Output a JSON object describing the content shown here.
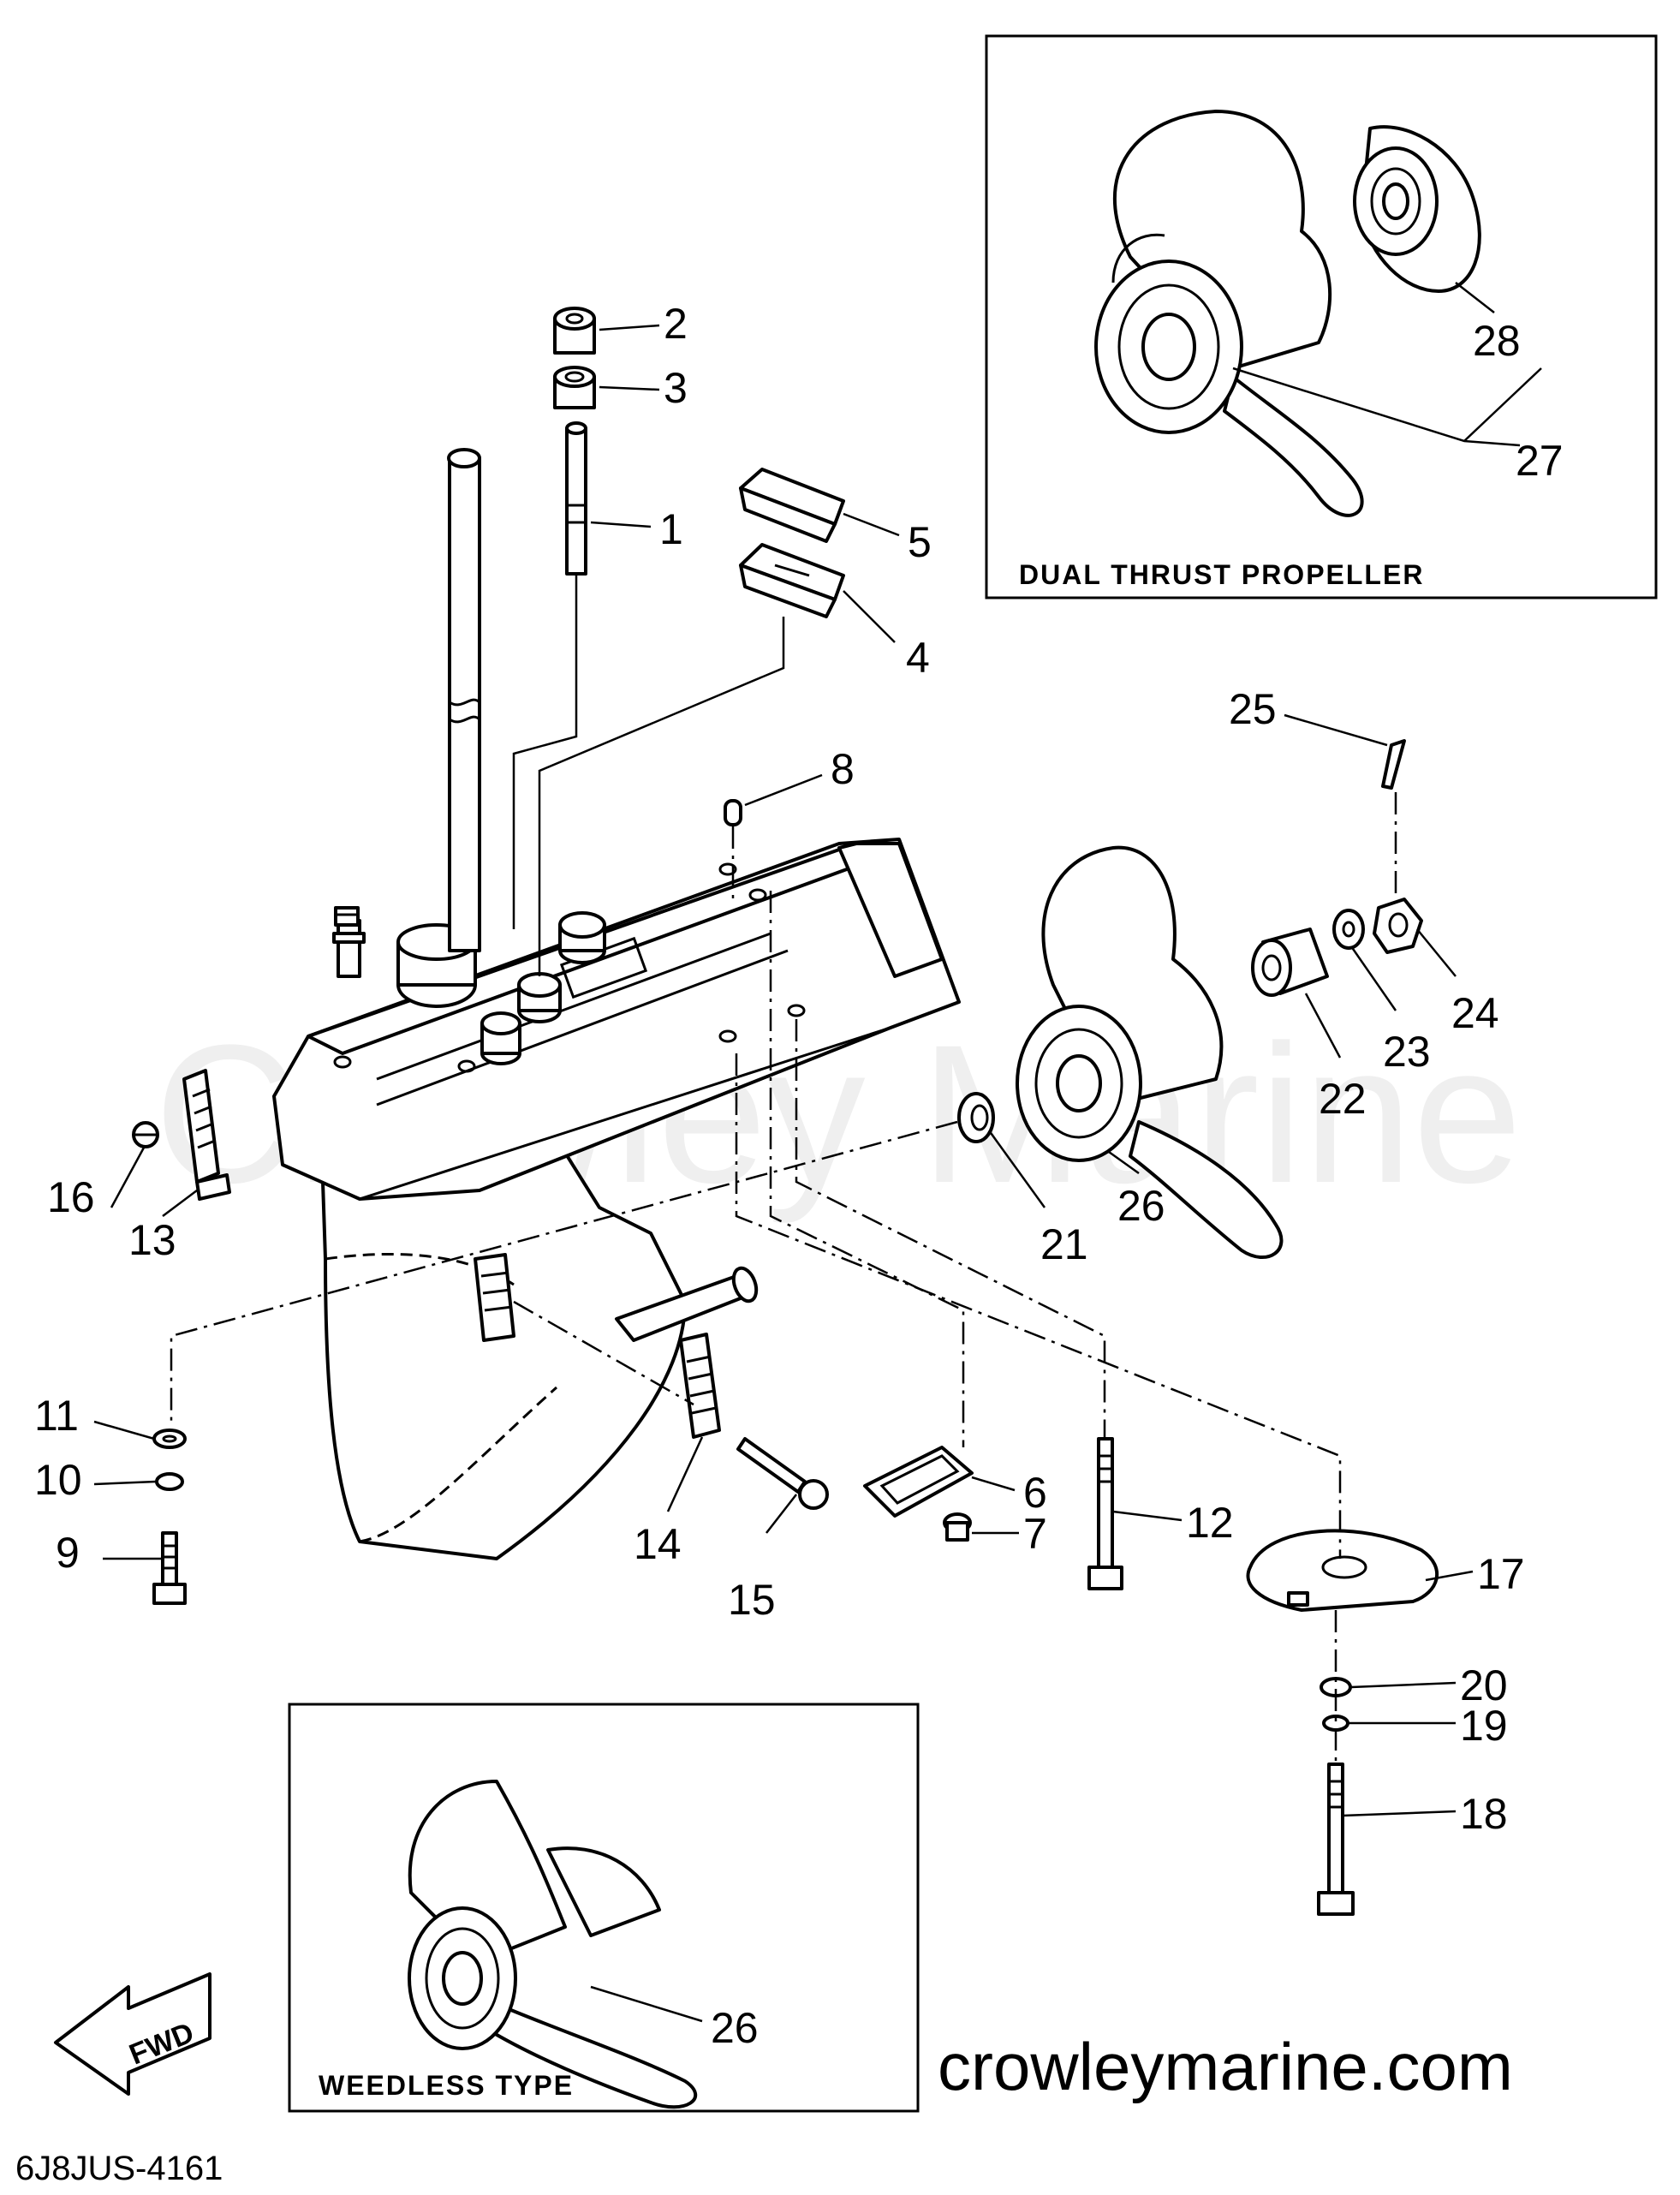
{
  "watermark": "Crowley Marine",
  "website": "crowleymarine.com",
  "drawing_code": "6J8JUS-4161",
  "fwd_label": "FWD",
  "insets": {
    "dual_thrust": {
      "title": "DUAL THRUST PROPELLER"
    },
    "weedless": {
      "title": "WEEDLESS TYPE"
    }
  },
  "callouts": {
    "c1": "1",
    "c2": "2",
    "c3": "3",
    "c4": "4",
    "c5": "5",
    "c6": "6",
    "c7": "7",
    "c8": "8",
    "c9": "9",
    "c10": "10",
    "c11": "11",
    "c12": "12",
    "c13": "13",
    "c14": "14",
    "c15": "15",
    "c16": "16",
    "c17": "17",
    "c18": "18",
    "c19": "19",
    "c20": "20",
    "c21": "21",
    "c22": "22",
    "c23": "23",
    "c24": "24",
    "c25": "25",
    "c26": "26",
    "c26b": "26",
    "c27": "27",
    "c28": "28"
  }
}
